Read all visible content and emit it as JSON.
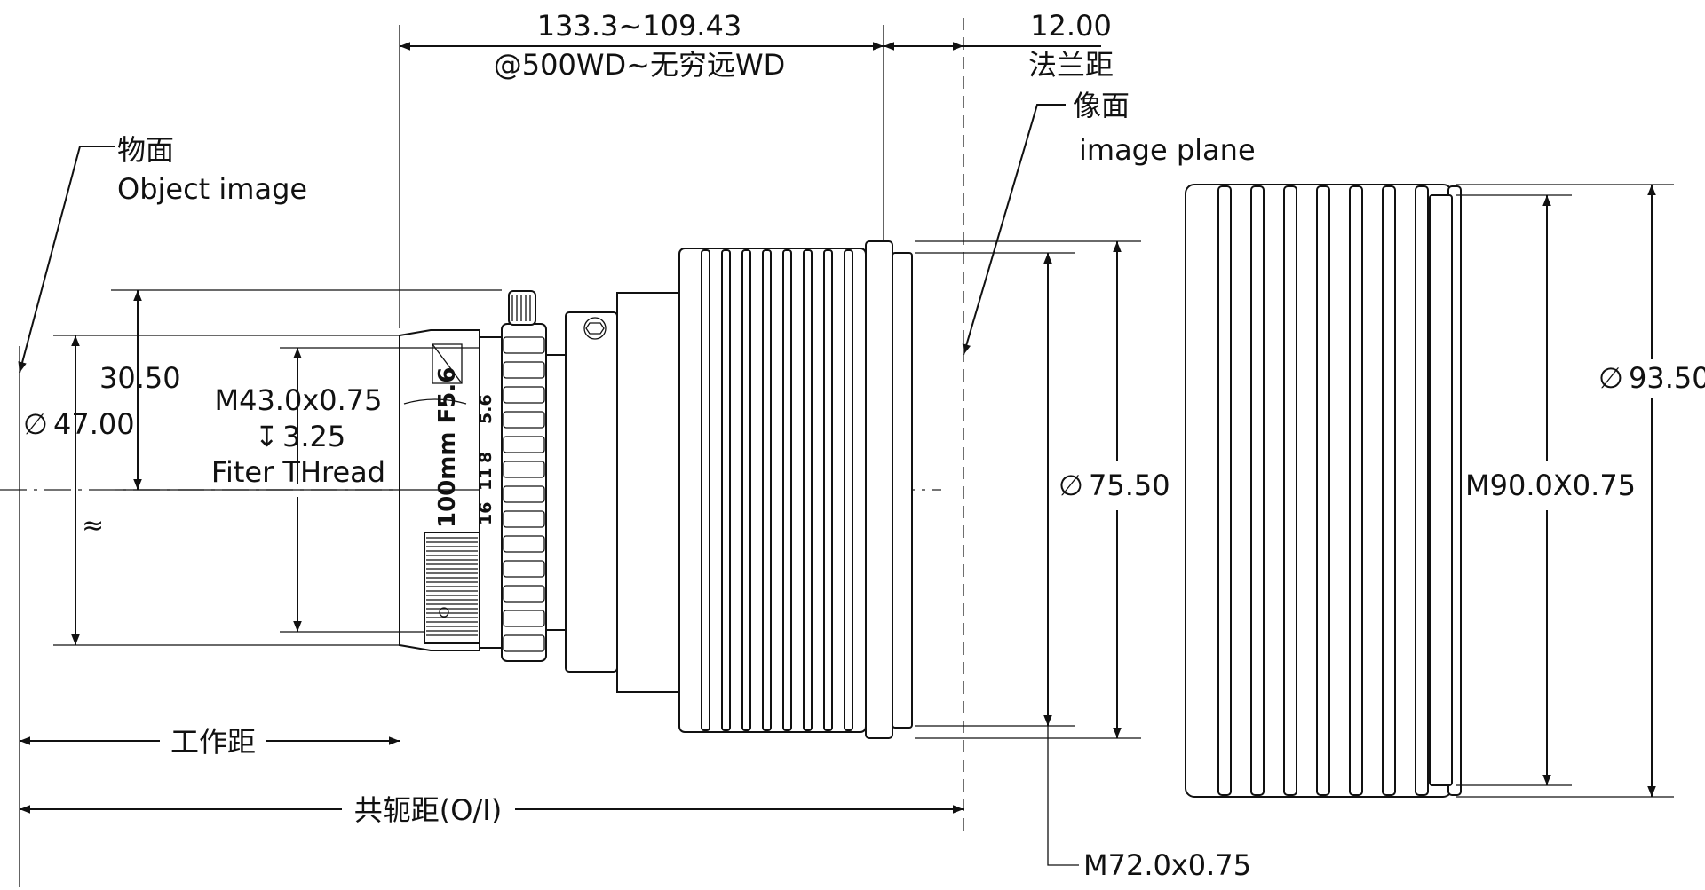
{
  "dimensions": {
    "range_value": "133.3~109.43",
    "range_condition": "@500WD~无穷远WD",
    "flange_value": "12.00",
    "flange_label": "法兰距",
    "height_30": "30.50",
    "diameter_47": "47.00",
    "filter_thread_size": "M43.0x0.75",
    "filter_thread_depth": "3.25",
    "filter_thread_label": "Fiter THread",
    "diameter_75": "75.50",
    "mount_thread": "M72.0x0.75",
    "diameter_93": "93.50",
    "rear_thread": "M90.0X0.75",
    "working_distance": "工作距",
    "conjugate_distance": "共轭距(O/I)",
    "approx_symbol": "≈"
  },
  "symbols": {
    "diameter": "∅",
    "depth": "↧"
  },
  "annotations": {
    "object_plane_cn": "物面",
    "object_plane_en": "Object image",
    "image_plane_cn": "像面",
    "image_plane_en": "image plane"
  },
  "lens_markings": {
    "model": "100mm F5.6",
    "aperture_scale": [
      "16",
      "11",
      "8",
      "5.6"
    ]
  }
}
